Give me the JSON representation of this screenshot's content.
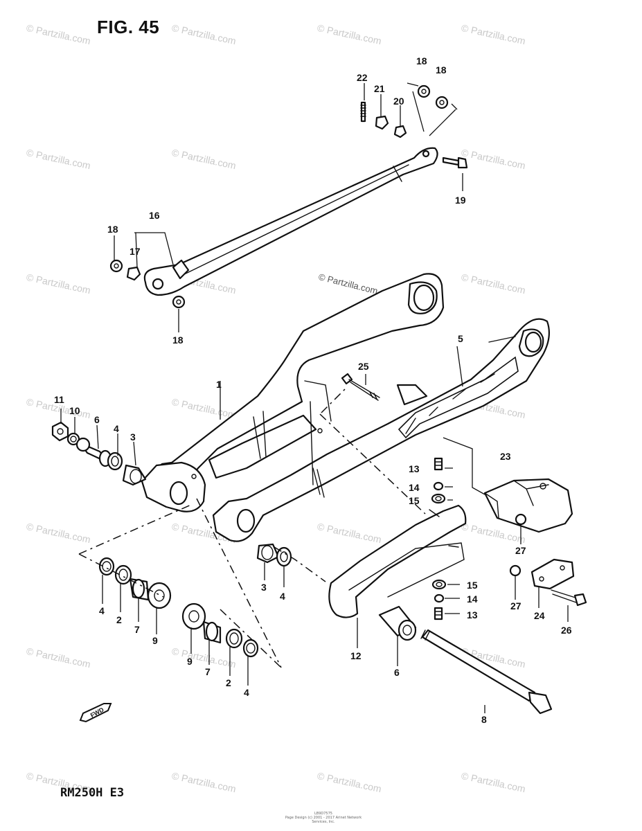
{
  "figure": {
    "title": "FIG. 45",
    "model": "RM250H  E3",
    "fwd_label": "FWD"
  },
  "watermark": {
    "text": "© Partzilla.com",
    "center_text": "© Partzilla.com"
  },
  "footer": {
    "line1": "LB9D7575",
    "line2": "Page Design (c) 2001 - 2017 Arinet Network Services, Inc."
  },
  "callouts": {
    "c1": "1",
    "c2a": "2",
    "c2b": "2",
    "c3a": "3",
    "c3b": "3",
    "c4a": "4",
    "c4b": "4",
    "c4c": "4",
    "c4d": "4",
    "c5": "5",
    "c6a": "6",
    "c6b": "6",
    "c7a": "7",
    "c7b": "7",
    "c8": "8",
    "c9a": "9",
    "c9b": "9",
    "c10": "10",
    "c11": "11",
    "c12": "12",
    "c13a": "13",
    "c13b": "13",
    "c14a": "14",
    "c14b": "14",
    "c15a": "15",
    "c15b": "15",
    "c16": "16",
    "c17": "17",
    "c18a": "18",
    "c18b": "18",
    "c18c": "18",
    "c18d": "18",
    "c19": "19",
    "c20": "20",
    "c21": "21",
    "c22": "22",
    "c23": "23",
    "c24": "24",
    "c25": "25",
    "c26": "26",
    "c27a": "27",
    "c27b": "27"
  }
}
